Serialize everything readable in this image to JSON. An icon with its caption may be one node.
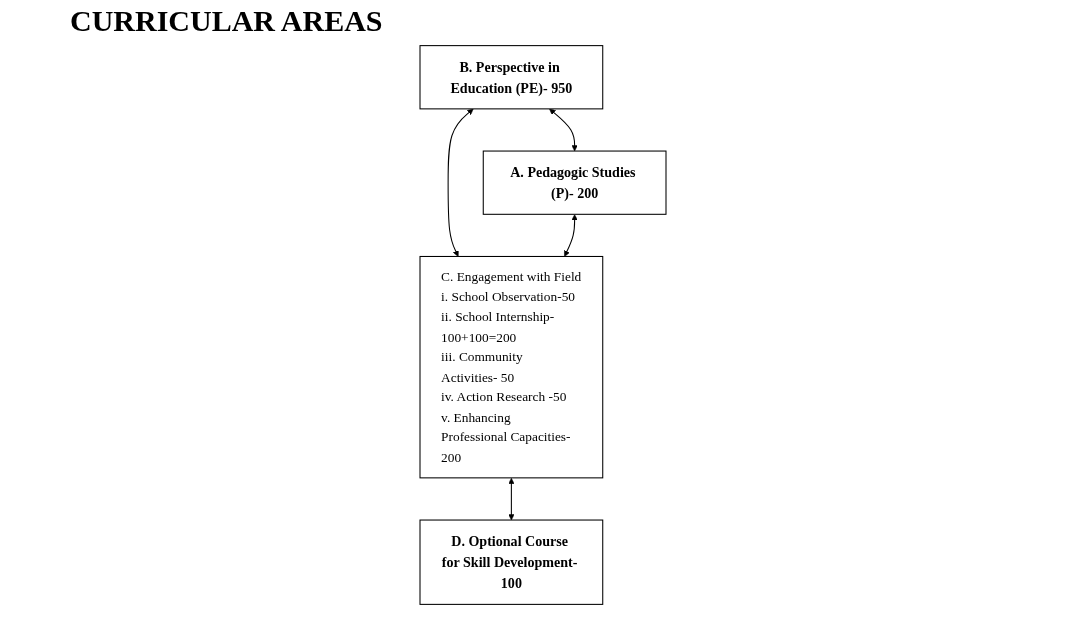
{
  "diagram": {
    "title": "CURRICULAR AREAS",
    "nodes": [
      {
        "text": [
          "B. Perspective in Education (PE)- 950"
        ]
      },
      {
        "text": [
          "A. Pedagogic Studies (P)- 200"
        ]
      },
      {
        "text": [
          "C. Engagement with Field",
          "i. School Observation-50",
          "ii. School Internship- 100+100=200",
          "iii. Community Activities- 50",
          "iv. Action Research -50",
          "v. Enhancing Professional Capacities- 200"
        ]
      },
      {
        "text": [
          "D. Optional Course for Skill Development- 100"
        ]
      }
    ],
    "edges": [
      {
        "from": 0,
        "to": 1,
        "arrow": "both"
      },
      {
        "from": 0,
        "to": 2,
        "arrow": "both"
      },
      {
        "from": 1,
        "to": 2,
        "arrow": "both"
      },
      {
        "from": 2,
        "to": 3,
        "arrow": "both"
      }
    ]
  }
}
